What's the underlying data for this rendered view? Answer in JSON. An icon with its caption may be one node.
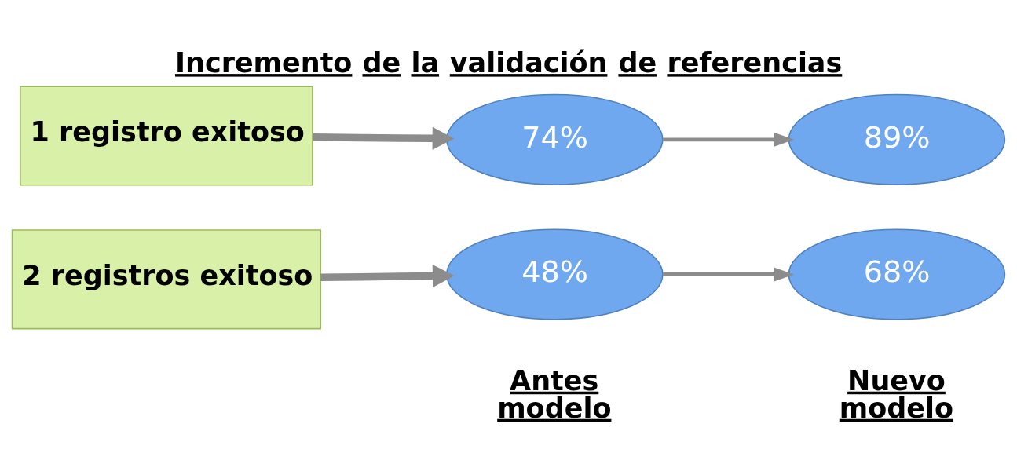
{
  "diagram": {
    "title": "Incremento de la validación de referencias",
    "nodes": [
      {
        "text": [
          "1 registro exitoso"
        ]
      },
      {
        "text": [
          "2 registros exitoso"
        ]
      },
      {
        "text": [
          "74%"
        ]
      },
      {
        "text": [
          "48%"
        ]
      },
      {
        "text": [
          "89%"
        ]
      },
      {
        "text": [
          "68%"
        ]
      }
    ],
    "edges": [
      {
        "from": 0,
        "to": 2,
        "arrow": "to",
        "style": "thick"
      },
      {
        "from": 1,
        "to": 3,
        "arrow": "to",
        "style": "thick"
      },
      {
        "from": 2,
        "to": 4,
        "arrow": "to"
      },
      {
        "from": 3,
        "to": 5,
        "arrow": "to"
      }
    ],
    "labels": [
      "Antes modelo",
      "Nuevo modelo"
    ]
  }
}
